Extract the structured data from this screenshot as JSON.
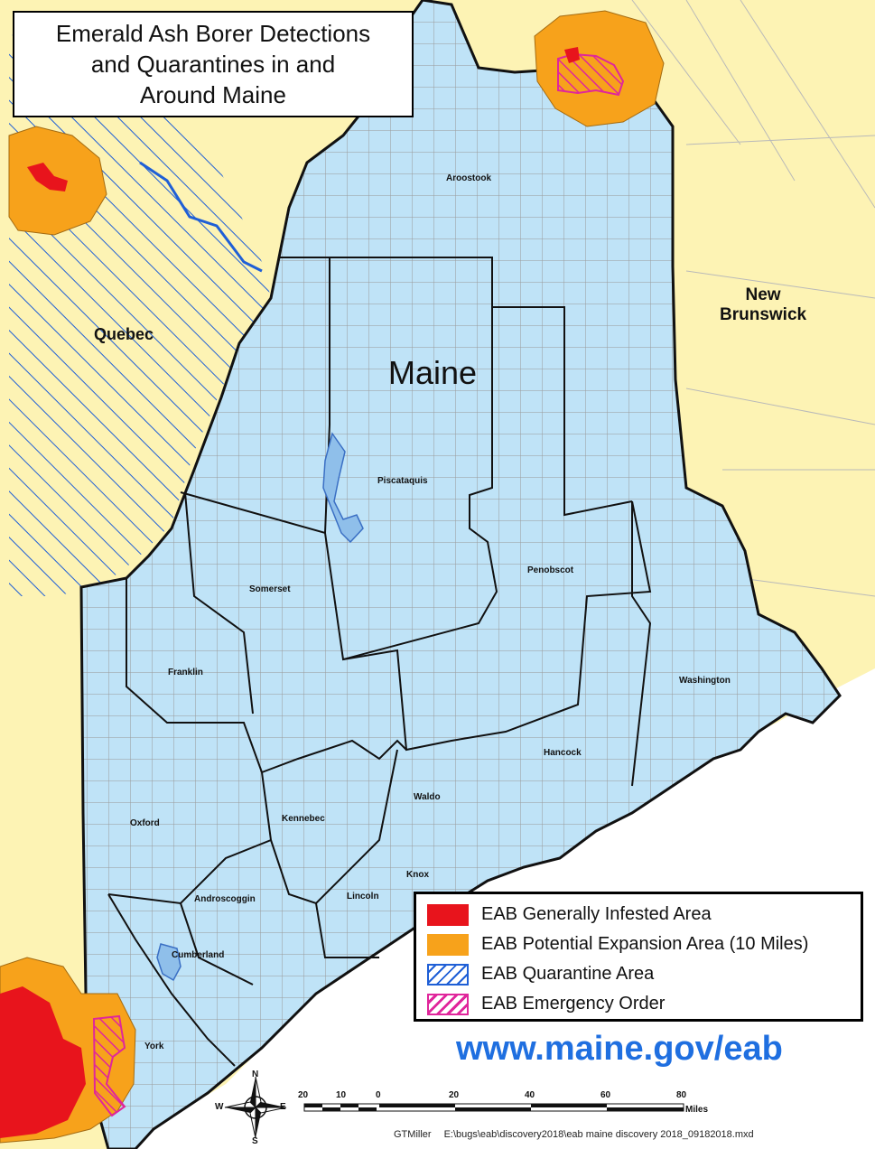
{
  "title": {
    "line1": "Emerald Ash Borer Detections",
    "line2": "and Quarantines in and",
    "line3": "Around Maine"
  },
  "regions": {
    "state": "Maine",
    "quebec": "Quebec",
    "new_brunswick_line1": "New",
    "new_brunswick_line2": "Brunswick"
  },
  "counties": {
    "aroostook": "Aroostook",
    "piscataquis": "Piscataquis",
    "somerset": "Somerset",
    "penobscot": "Penobscot",
    "franklin": "Franklin",
    "washington": "Washington",
    "hancock": "Hancock",
    "waldo": "Waldo",
    "oxford": "Oxford",
    "kennebec": "Kennebec",
    "knox": "Knox",
    "androscoggin": "Androscoggin",
    "lincoln": "Lincoln",
    "cumberland": "Cumberland",
    "york": "York"
  },
  "legend": {
    "items": [
      {
        "label": "EAB Generally Infested Area",
        "color": "#e8141c",
        "style": "solid"
      },
      {
        "label": "EAB Potential Expansion Area (10 Miles)",
        "color": "#f7a21b",
        "style": "solid"
      },
      {
        "label": "EAB Quarantine Area",
        "color": "#1f5fd6",
        "style": "hatch"
      },
      {
        "label": "EAB Emergency Order",
        "color": "#e0269b",
        "style": "hatch"
      }
    ]
  },
  "website": "www.maine.gov/eab",
  "scale": {
    "ticks": [
      "20",
      "10",
      "0",
      "20",
      "40",
      "60",
      "80"
    ],
    "unit": "Miles"
  },
  "compass": {
    "n": "N",
    "s": "S",
    "e": "E",
    "w": "W"
  },
  "footer": {
    "author": "GTMiller",
    "path": "E:\\bugs\\eab\\discovery2018\\eab maine discovery 2018_09182018.mxd"
  },
  "colors": {
    "maine_fill": "#bfe3f7",
    "surrounding_fill": "#fdf3b4",
    "ocean": "#ffffff",
    "county_border": "#111111",
    "town_border": "#9a9a9a"
  }
}
